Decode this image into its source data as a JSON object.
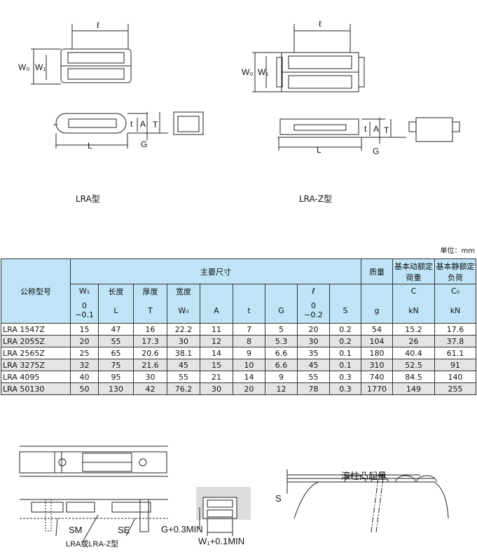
{
  "top_drawings": {
    "lra": {
      "caption": "LRA型",
      "labels": {
        "l": "ℓ",
        "w0": "W₀",
        "w1": "W₁",
        "t": "t",
        "a": "A",
        "T": "T",
        "L": "L",
        "G": "G"
      }
    },
    "lra_z": {
      "caption": "LRA-Z型",
      "labels": {
        "l": "ℓ",
        "w0": "W₀",
        "w1": "W₁",
        "t": "t",
        "a": "A",
        "T": "T",
        "L": "L",
        "G": "G"
      }
    }
  },
  "table": {
    "units": "单位：mm",
    "headers": {
      "model": "公称型号",
      "main_dims": "主要尺寸",
      "mass": "质量",
      "dyn_load": "基本动额定荷重",
      "static_load": "基本静额定负荷",
      "w1": "W₁",
      "w1_tol": "0 −0.1",
      "length": "长度",
      "L": "L",
      "thickness": "厚度",
      "T": "T",
      "width": "宽度",
      "w0": "W₀",
      "A": "A",
      "t": "t",
      "G": "G",
      "l": "ℓ",
      "l_tol": "0 −0.2",
      "S": "S",
      "g": "g",
      "C": "C",
      "C_unit": "kN",
      "C0": "C₀",
      "C0_unit": "kN"
    },
    "rows": [
      [
        "LRA 1547Z",
        "15",
        "47",
        "16",
        "22.2",
        "11",
        "7",
        "5",
        "20",
        "0.2",
        "54",
        "15.2",
        "17.6"
      ],
      [
        "LRA 2055Z",
        "20",
        "55",
        "17.3",
        "30",
        "12",
        "8",
        "5.3",
        "30",
        "0.2",
        "104",
        "26",
        "37.8"
      ],
      [
        "LRA 2565Z",
        "25",
        "65",
        "20.6",
        "38.1",
        "14",
        "9",
        "6.6",
        "35",
        "0.1",
        "180",
        "40.4",
        "61.1"
      ],
      [
        "LRA 3275Z",
        "32",
        "75",
        "21.6",
        "45",
        "15",
        "10",
        "6.6",
        "45",
        "0.1",
        "310",
        "52.5",
        "91"
      ],
      [
        "LRA 4095",
        "40",
        "95",
        "30",
        "55",
        "21",
        "14",
        "9",
        "55",
        "0.3",
        "740",
        "84.5",
        "140"
      ],
      [
        "LRA 50130",
        "50",
        "130",
        "42",
        "76.2",
        "30",
        "20",
        "12",
        "78",
        "0.3",
        "1770",
        "149",
        "255"
      ]
    ]
  },
  "bottom_drawings": {
    "sm": "SM",
    "se": "SE",
    "type_label": "LRA或LRA-Z型",
    "g_clear": "G+0.3MIN",
    "w_clear": "W₁+0.1MIN",
    "crowning": "滚柱凸起量",
    "s": "S"
  }
}
